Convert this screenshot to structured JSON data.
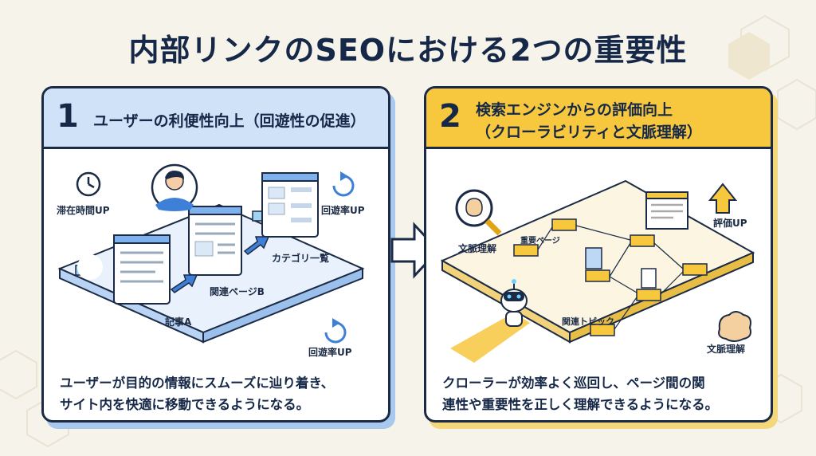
{
  "title": "内部リンクのSEOにおける2つの重要性",
  "left": {
    "number": "1",
    "heading": "ユーザーの利便性向上（回遊性の促進）",
    "labels": {
      "dwell_time": "滞在時間UP",
      "circulation_top": "回遊率UP",
      "category": "カテゴリ一覧",
      "related_b": "関連ページB",
      "article_a": "記事A",
      "circulation_bottom": "回遊率UP"
    },
    "body_line1": "ユーザーが目的の情報にスムーズに辿り着き、",
    "body_line2": "サイト内を快適に移動できるようになる。",
    "colors": {
      "header": "#cfe2f8",
      "accent": "#3e7fd8"
    }
  },
  "right": {
    "number": "2",
    "heading_line1": "検索エンジンからの評価向上",
    "heading_line2": "（クローラビリティと文脈理解）",
    "labels": {
      "context_top": "文脈理解",
      "important_page": "重要ページ",
      "evaluation": "評価UP",
      "related_topic": "関連トピック",
      "context_bottom": "文脈理解"
    },
    "body_line1": "クローラーが効率よく巡回し、ページ間の関",
    "body_line2": "連性や重要性を正しく理解できるようになる。",
    "colors": {
      "header": "#f7c73e",
      "accent": "#f2b51c"
    }
  },
  "icons": [
    "clock-icon",
    "user-avatar-icon",
    "refresh-icon",
    "brain-magnifier-icon",
    "up-arrow-icon",
    "brain-icon",
    "robot-crawler-icon",
    "right-arrow-icon"
  ]
}
